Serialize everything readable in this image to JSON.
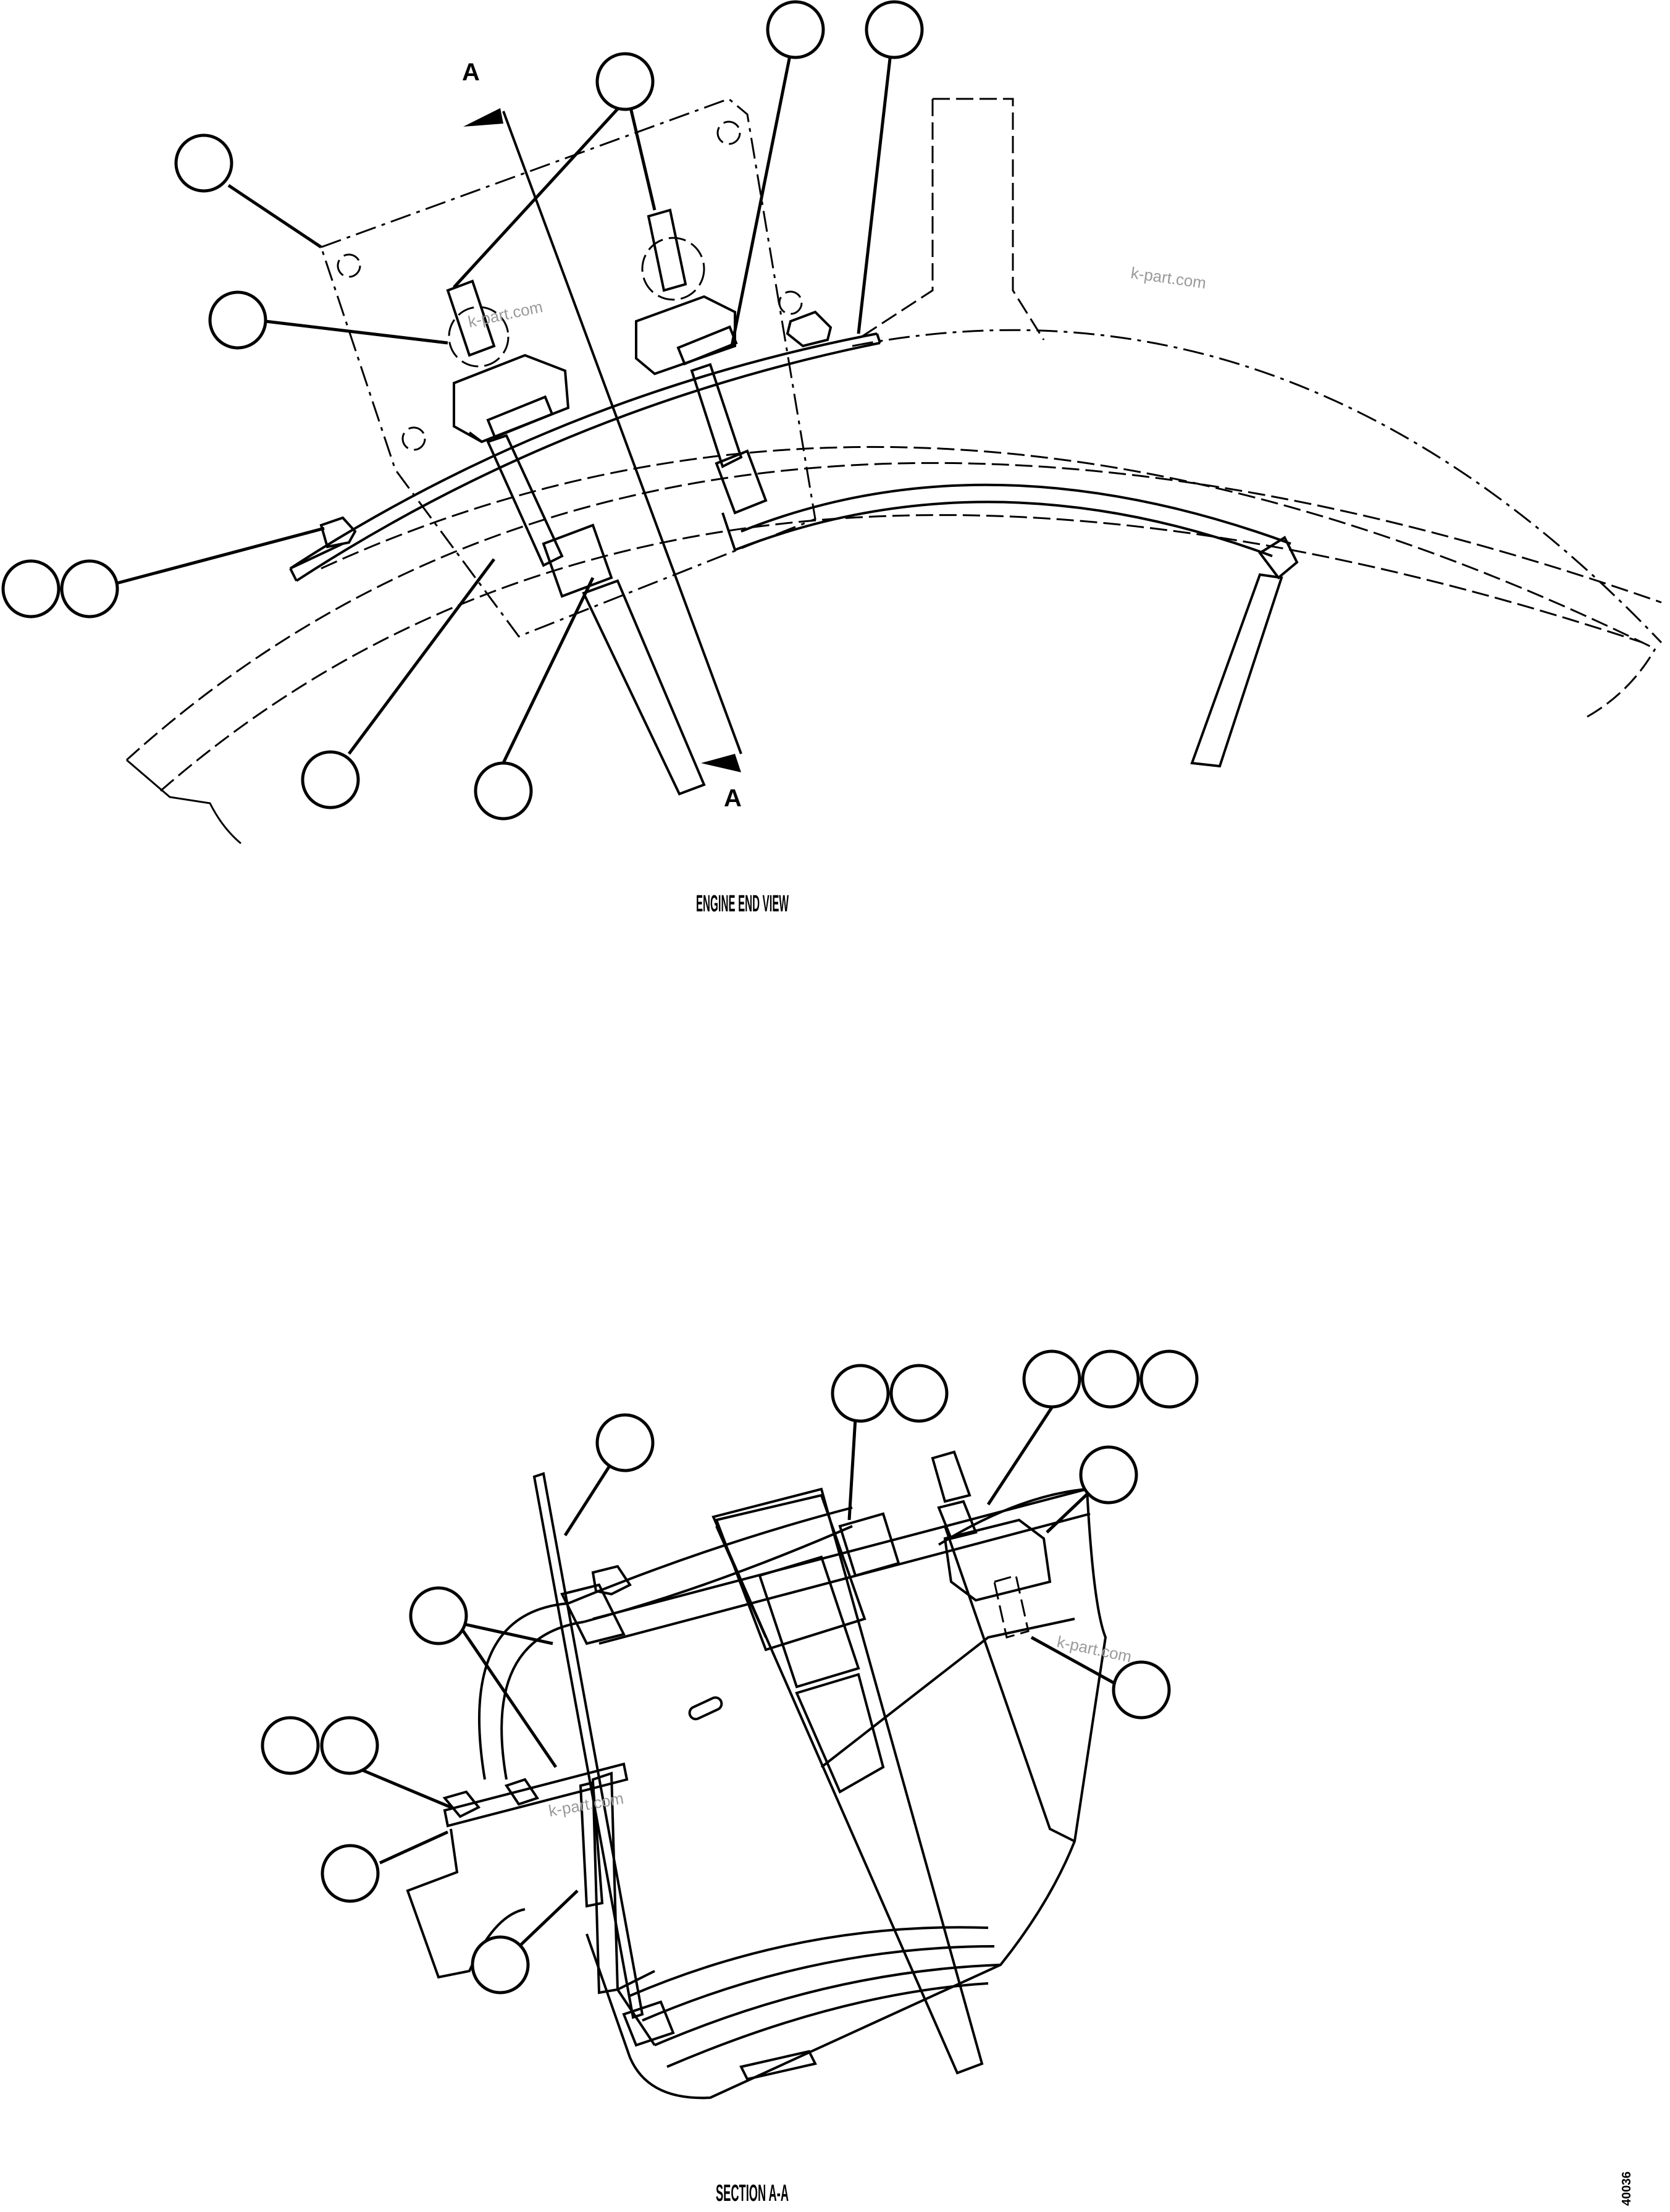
{
  "views": {
    "top_title": "ENGINE END VIEW",
    "bottom_title": "SECTION A-A"
  },
  "section_markers": {
    "top": "A",
    "bottom": "A"
  },
  "watermark": "k-part.com",
  "drawing_code": "40036",
  "colors": {
    "line": "#000000",
    "background": "#ffffff",
    "watermark": "#9a9a9a"
  }
}
